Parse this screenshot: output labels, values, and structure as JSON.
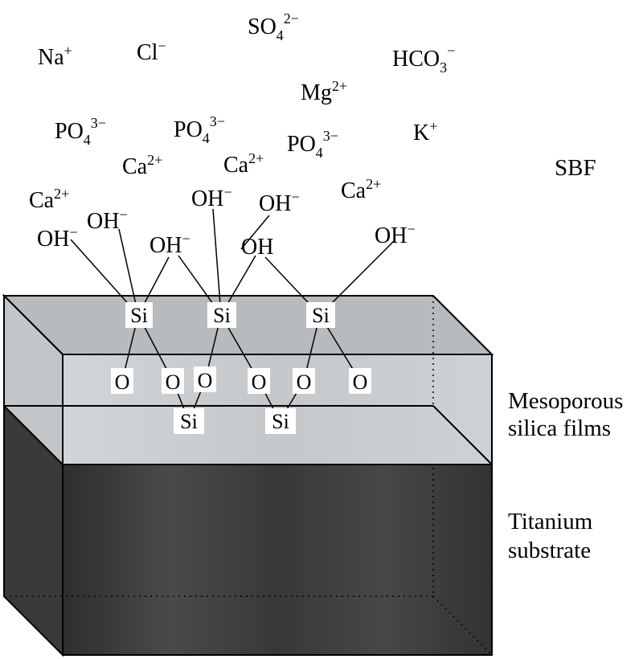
{
  "ions": {
    "na": {
      "base": "Na",
      "sup": "+"
    },
    "cl": {
      "base": "Cl",
      "sup": "−"
    },
    "so4": {
      "base": "SO",
      "sub": "4",
      "sup": "2−"
    },
    "hco3": {
      "base": "HCO",
      "sub": "3",
      "sup": "−"
    },
    "mg": {
      "base": "Mg",
      "sup": "2+"
    },
    "po4_a": {
      "base": "PO",
      "sub": "4",
      "sup": "3−"
    },
    "po4_b": {
      "base": "PO",
      "sub": "4",
      "sup": "3−"
    },
    "po4_c": {
      "base": "PO",
      "sub": "4",
      "sup": "3−"
    },
    "k": {
      "base": "K",
      "sup": "+"
    },
    "ca_a": {
      "base": "Ca",
      "sup": "2+"
    },
    "ca_b": {
      "base": "Ca",
      "sup": "2+"
    },
    "ca_c": {
      "base": "Ca",
      "sup": "2+"
    },
    "ca_d": {
      "base": "Ca",
      "sup": "2+"
    }
  },
  "sbf_label": "SBF",
  "hydroxyls": {
    "oh1": {
      "base": "OH",
      "sup": "−"
    },
    "oh2": {
      "base": "OH",
      "sup": "−"
    },
    "oh3": {
      "base": "OH",
      "sup": "−"
    },
    "oh4": {
      "base": "OH",
      "sup": "−"
    },
    "oh5": {
      "base": "OH",
      "sup": "−"
    },
    "oh6": {
      "base": "OH",
      "sup": ""
    },
    "oh7": {
      "base": "OH",
      "sup": "−"
    }
  },
  "atoms": {
    "si": "Si",
    "o": "O"
  },
  "labels": {
    "film_line1": "Mesoporous",
    "film_line2": "silica films",
    "substrate_line1": "Titanium",
    "substrate_line2": "substrate"
  },
  "colors": {
    "film": "#c8cbcd",
    "film_top": "#b9bcbe",
    "substrate": "#3e3e3e",
    "substrate_side": "#2c2c2c"
  }
}
